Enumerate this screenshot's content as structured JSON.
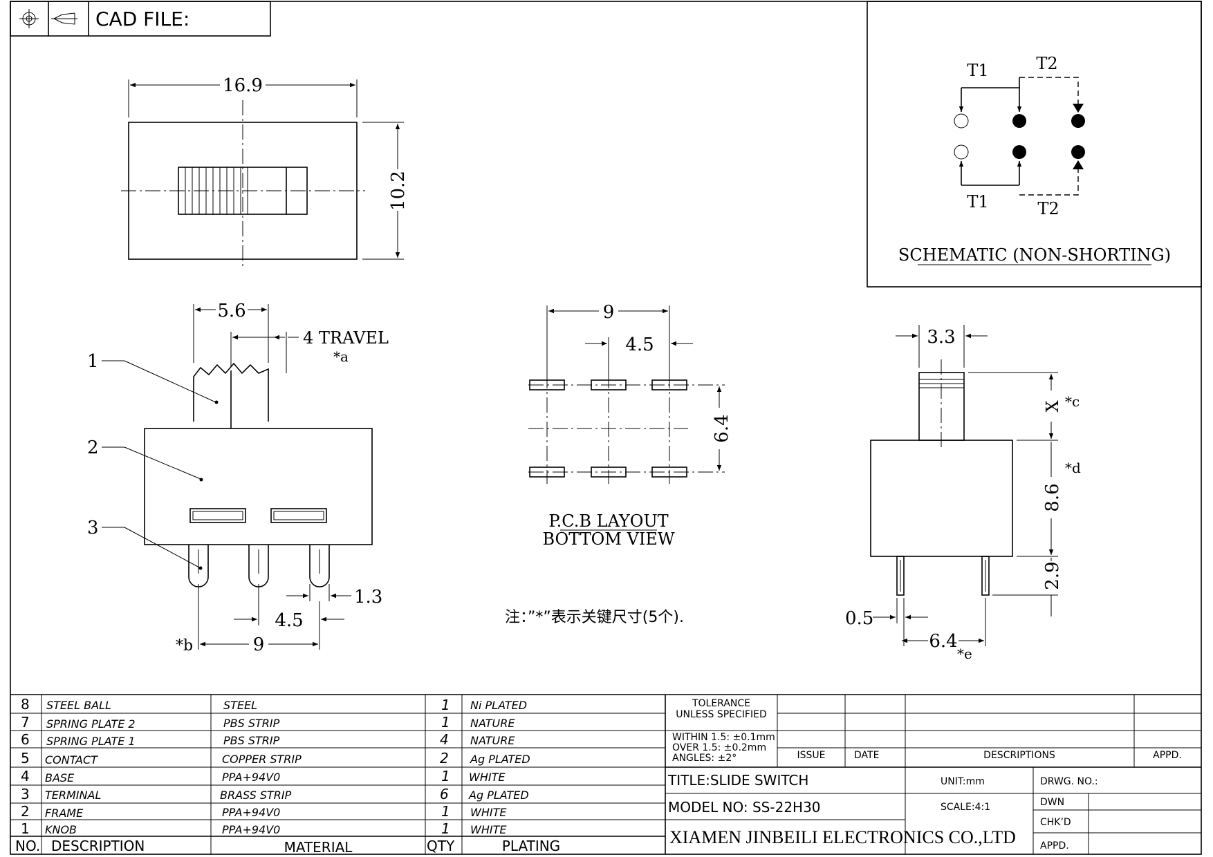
{
  "header": {
    "cad_label": "CAD FILE:"
  },
  "top_view": {
    "width_dim": "16.9",
    "height_dim": "10.2"
  },
  "front_view": {
    "callouts": [
      "1",
      "2",
      "3"
    ],
    "knob_width": "5.6",
    "travel": "4 TRAVEL",
    "travel_mark": "*a",
    "pin_dia": "1.3",
    "pitch": "4.5",
    "span": "9",
    "span_mark": "*b"
  },
  "pcb": {
    "width": "9",
    "pitch": "4.5",
    "height": "6.4",
    "title": "P.C.B LAYOUT",
    "subtitle": "BOTTOM VIEW"
  },
  "note": "注：”*”表示关键尺寸(5个).",
  "schematic": {
    "t1_top": "T1",
    "t2_top": "T2",
    "t1_bottom": "T1",
    "t2_bottom": "T2",
    "title": "SCHEMATIC (NON-SHORTING)"
  },
  "side_view": {
    "knob_width": "3.3",
    "x_dim": "X",
    "x_mark": "*c",
    "d_mark": "*d",
    "body_height": "8.6",
    "pin_len": "2.9",
    "pin_w": "0.5",
    "pin_span": "6.4",
    "e_mark": "*e"
  },
  "bom": {
    "rows": [
      {
        "no": "8",
        "desc": "STEEL  BALL",
        "material": "STEEL",
        "qty": "1",
        "plating": "Ni PLATED"
      },
      {
        "no": "7",
        "desc": "SPRING PLATE 2",
        "material": "PBS STRIP",
        "qty": "1",
        "plating": "NATURE"
      },
      {
        "no": "6",
        "desc": "SPRING PLATE 1",
        "material": "PBS STRIP",
        "qty": "4",
        "plating": "NATURE"
      },
      {
        "no": "5",
        "desc": "CONTACT",
        "material": "COPPER STRIP",
        "qty": "2",
        "plating": "Ag PLATED"
      },
      {
        "no": "4",
        "desc": "BASE",
        "material": "PPA+94V0",
        "qty": "1",
        "plating": "WHITE"
      },
      {
        "no": "3",
        "desc": "TERMINAL",
        "material": "BRASS STRIP",
        "qty": "6",
        "plating": "Ag PLATED"
      },
      {
        "no": "2",
        "desc": "FRAME",
        "material": "PPA+94V0",
        "qty": "1",
        "plating": "WHITE"
      },
      {
        "no": "1",
        "desc": "KNOB",
        "material": "PPA+94V0",
        "qty": "1",
        "plating": "WHITE"
      }
    ],
    "headers": {
      "no": "NO.",
      "desc": "DESCRIPTION",
      "material": "MATERIAL",
      "qty": "QTY",
      "plating": "PLATING"
    }
  },
  "title_block": {
    "tolerance_1": "TOLERANCE",
    "tolerance_2": "UNLESS  SPECIFIED",
    "within": "WITHIN  1.5: ±0.1mm",
    "over": "OVER  1.5:  ±0.2mm",
    "angles": "ANGLES: ±2°",
    "issue": "ISSUE",
    "date": "DATE",
    "descriptions": "DESCRIPTIONS",
    "appd_header": "APPD.",
    "title": "TITLE:SLIDE  SWITCH",
    "unit": "UNIT:mm",
    "drwg_no": "DRWG. NO.:",
    "model": "MODEL  NO: SS-22H30",
    "scale": "SCALE:4:1",
    "dwn": "DWN",
    "chkd": "CHK’D",
    "appd": "APPD.",
    "company": "XIAMEN JINBEILI ELECTRONICS CO.,LTD"
  }
}
